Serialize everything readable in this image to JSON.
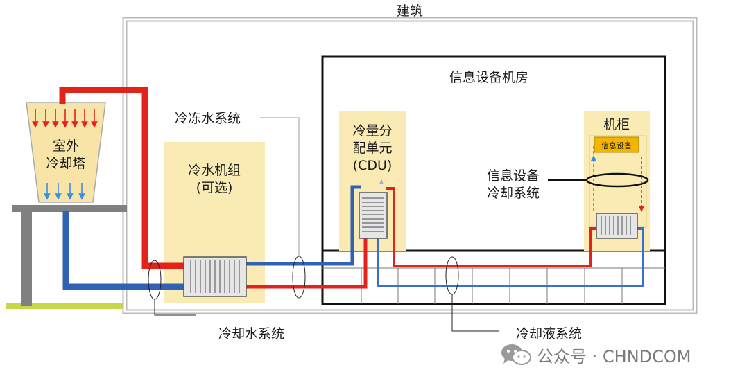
{
  "labels": {
    "building": "建筑",
    "it_room": "信息设备机房",
    "chilled_water_system": "冷冻水系统",
    "cooling_water_system": "冷却水系统",
    "coolant_system": "冷却液系统",
    "cooling_tower_line1": "室外",
    "cooling_tower_line2": "冷却塔",
    "chiller_line1": "冷水机组",
    "chiller_line2": "(可选)",
    "cdu_line1": "冷量分",
    "cdu_line2": "配单元",
    "cdu_line3": "(CDU)",
    "rack_title": "机柜",
    "it_equipment": "信息设备",
    "it_cooling_line1": "信息设备",
    "it_cooling_line2": "冷却系统"
  },
  "watermark": {
    "text": "公众号 · CHNDCOM",
    "icon": "wechat-icon"
  },
  "colors": {
    "hot_pipe": "#e32219",
    "cold_pipe": "#2f62b3",
    "equipment_fill": "#faebb4",
    "it_box_fill": "#f5b400",
    "building_wall": "#b9b9b9",
    "ground": "#c6d84a",
    "support": "#808080",
    "tower_fill": "#f9e4a8"
  }
}
